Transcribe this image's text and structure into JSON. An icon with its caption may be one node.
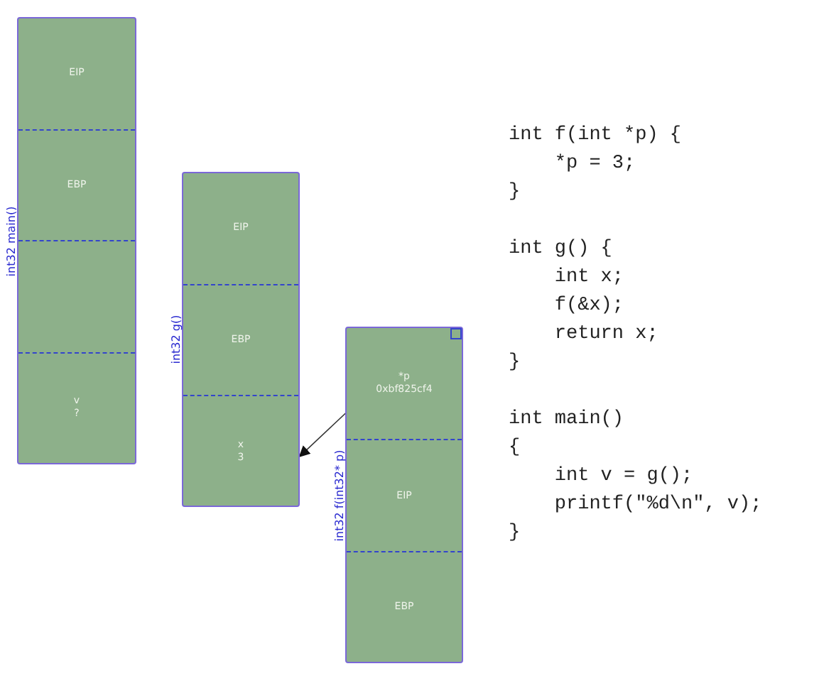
{
  "diagram": {
    "nodes": [
      {
        "text": [
          "int32 main()"
        ]
      },
      {
        "text": [
          "EIP"
        ],
        "in": 0
      },
      {
        "text": [
          "EBP"
        ],
        "in": 0
      },
      {
        "text": [],
        "shape": "box",
        "in": 0
      },
      {
        "text": [
          "v",
          "?"
        ],
        "in": 0
      },
      {
        "text": [
          "int32 g()"
        ]
      },
      {
        "text": [
          "EIP"
        ],
        "in": 5
      },
      {
        "text": [
          "EBP"
        ],
        "in": 5
      },
      {
        "text": [
          "x",
          "3"
        ],
        "in": 5
      },
      {
        "text": [
          "int32 f(int32* p)"
        ]
      },
      {
        "text": [
          "*p",
          "0xbf825cf4"
        ],
        "in": 9
      },
      {
        "text": [
          "EIP"
        ],
        "in": 9
      },
      {
        "text": [
          "EBP"
        ],
        "in": 9
      }
    ],
    "edges": [
      {
        "from": 10,
        "to": 8,
        "arrow": "to"
      }
    ],
    "labels": [
      "int f(int *p) {",
      "    *p = 3;",
      "}",
      "int g() {",
      "    int x;",
      "    f(&x);",
      "    return x;",
      "}",
      "int main()",
      "{",
      "    int v = g();",
      "    printf(\"%d\\n\", v);",
      "}"
    ]
  }
}
